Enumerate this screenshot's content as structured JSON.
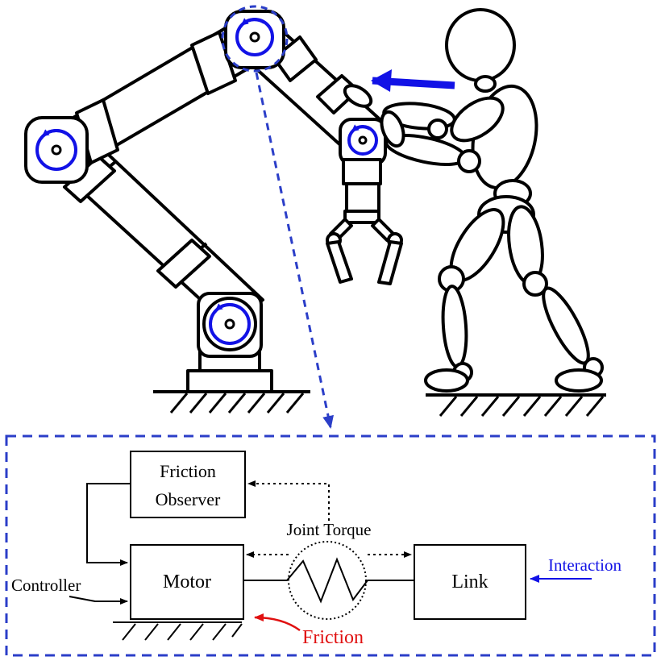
{
  "colors": {
    "stroke": "#000000",
    "joint_arrow": "#1212e6",
    "dashed_box": "#2b3ec8",
    "friction": "#e01010",
    "interaction": "#1212e6"
  },
  "icons": {
    "robot_arm": "robot-arm-icon",
    "human": "human-figure-icon",
    "gripper": "gripper-icon",
    "spring": "spring-icon"
  },
  "block_diagram": {
    "friction_observer_line1": "Friction",
    "friction_observer_line2": "Observer",
    "motor": "Motor",
    "link": "Link",
    "joint_torque": "Joint Torque",
    "controller": "Controller",
    "interaction": "Interaction",
    "friction": "Friction"
  }
}
